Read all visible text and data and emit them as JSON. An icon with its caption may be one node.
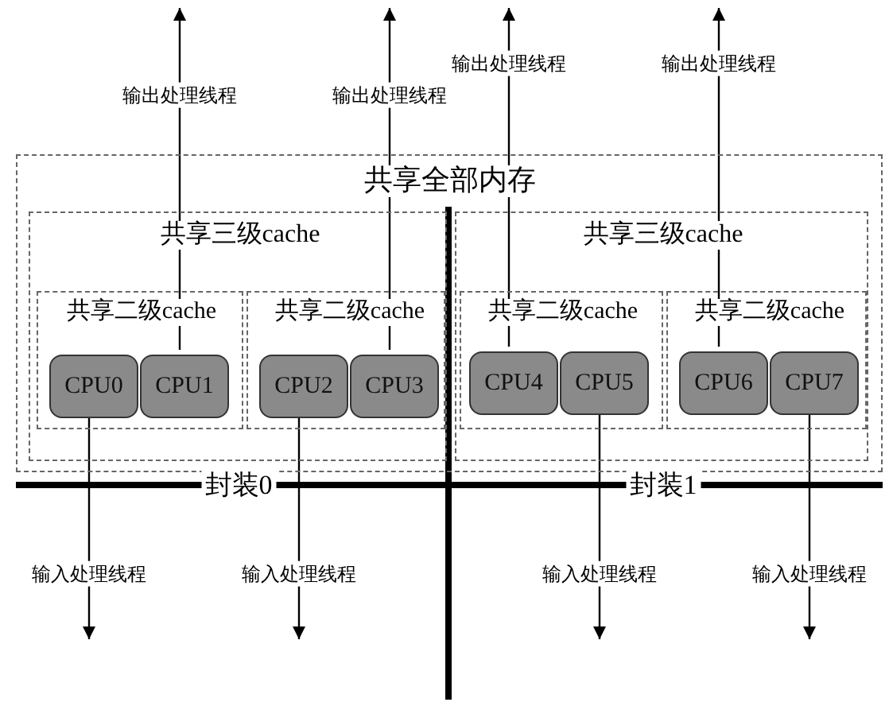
{
  "diagram": {
    "nodes": [
      {
        "text": [
          "共享全部内存"
        ]
      },
      {
        "text": [
          "共享三级cache"
        ],
        "in": 0
      },
      {
        "text": [
          "共享二级cache"
        ],
        "in": 1
      },
      {
        "text": [
          "CPU0"
        ],
        "in": 2
      },
      {
        "text": [
          "CPU1"
        ],
        "in": 2
      },
      {
        "text": [
          "共享二级cache"
        ],
        "in": 1
      },
      {
        "text": [
          "CPU2"
        ],
        "in": 5
      },
      {
        "text": [
          "CPU3"
        ],
        "in": 5
      },
      {
        "text": [
          "共享三级cache"
        ],
        "in": 0
      },
      {
        "text": [
          "共享二级cache"
        ],
        "in": 8
      },
      {
        "text": [
          "CPU4"
        ],
        "in": 9
      },
      {
        "text": [
          "CPU5"
        ],
        "in": 9
      },
      {
        "text": [
          "共享二级cache"
        ],
        "in": 8
      },
      {
        "text": [
          "CPU6"
        ],
        "in": 12
      },
      {
        "text": [
          "CPU7"
        ],
        "in": 12
      }
    ],
    "edges": [
      {
        "from": 4,
        "to": null,
        "arrow": "to",
        "label": "输出处理线程"
      },
      {
        "from": 7,
        "to": null,
        "arrow": "to",
        "label": "输出处理线程"
      },
      {
        "from": 10,
        "to": null,
        "arrow": "to",
        "label": "输出处理线程"
      },
      {
        "from": 13,
        "to": null,
        "arrow": "to",
        "label": "输出处理线程"
      },
      {
        "from": 3,
        "to": null,
        "arrow": "to",
        "label": "输入处理线程"
      },
      {
        "from": 6,
        "to": null,
        "arrow": "to",
        "label": "输入处理线程"
      },
      {
        "from": 11,
        "to": null,
        "arrow": "to",
        "label": "输入处理线程"
      },
      {
        "from": 14,
        "to": null,
        "arrow": "to",
        "label": "输入处理线程"
      }
    ],
    "labels": [
      "封装0",
      "封装1"
    ]
  }
}
